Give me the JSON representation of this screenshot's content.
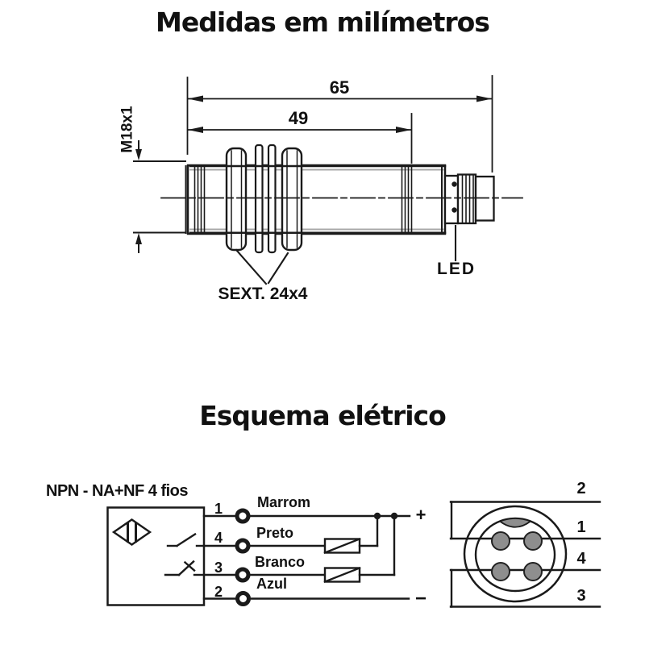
{
  "colors": {
    "ink": "#1a1a1a",
    "pin_gray": "#8e8e8e",
    "thread_shadow_gray": "#a8a8a8",
    "background": "#ffffff"
  },
  "mechanical_drawing": {
    "title": "Medidas em milímetros",
    "overall_length_mm": "65",
    "thread_length_mm": "49",
    "thread_spec": "M18x1",
    "hex_label": "SEXT. 24x4",
    "led_label": "LED"
  },
  "electrical_schematic": {
    "title": "Esquema elétrico",
    "circuit_label": "NPN - NA+NF 4 fios",
    "wires": [
      {
        "pin": "1",
        "color_name": "Marrom"
      },
      {
        "pin": "4",
        "color_name": "Preto"
      },
      {
        "pin": "3",
        "color_name": "Branco"
      },
      {
        "pin": "2",
        "color_name": "Azul"
      }
    ],
    "positive_label": "+",
    "negative_label": "−",
    "connector_pin_labels": [
      "2",
      "1",
      "4",
      "3"
    ]
  }
}
